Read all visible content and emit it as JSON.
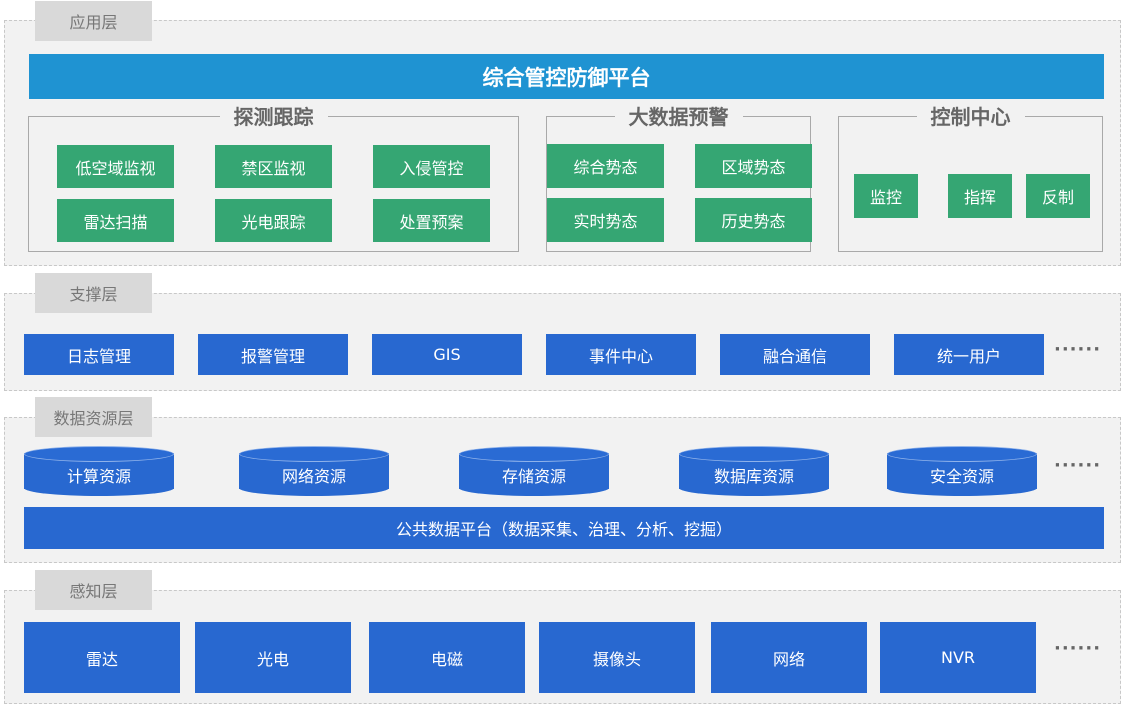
{
  "application_layer": {
    "tag": "应用层",
    "platform_title": "综合管控防御平台",
    "detection": {
      "title": "探测跟踪",
      "items": [
        "低空域监视",
        "禁区监视",
        "入侵管控",
        "雷达扫描",
        "光电跟踪",
        "处置预案"
      ]
    },
    "bigdata": {
      "title": "大数据预警",
      "items": [
        "综合势态",
        "区域势态",
        "实时势态",
        "历史势态"
      ]
    },
    "control": {
      "title": "控制中心",
      "items": [
        "监控",
        "指挥",
        "反制"
      ]
    }
  },
  "support_layer": {
    "tag": "支撑层",
    "items": [
      "日志管理",
      "报警管理",
      "GIS",
      "事件中心",
      "融合通信",
      "统一用户"
    ],
    "more": "······"
  },
  "data_layer": {
    "tag": "数据资源层",
    "resources": [
      "计算资源",
      "网络资源",
      "存储资源",
      "数据库资源",
      "安全资源"
    ],
    "more": "······",
    "public_platform": "公共数据平台（数据采集、治理、分析、挖掘）"
  },
  "perception_layer": {
    "tag": "感知层",
    "items": [
      "雷达",
      "光电",
      "电磁",
      "摄像头",
      "网络",
      "NVR"
    ],
    "more": "······"
  },
  "colors": {
    "platform_blue": "#1f93d2",
    "box_blue": "#2868d0",
    "box_green": "#35a673",
    "layer_bg": "#f2f2f2",
    "tag_bg": "#d9d9d9"
  }
}
